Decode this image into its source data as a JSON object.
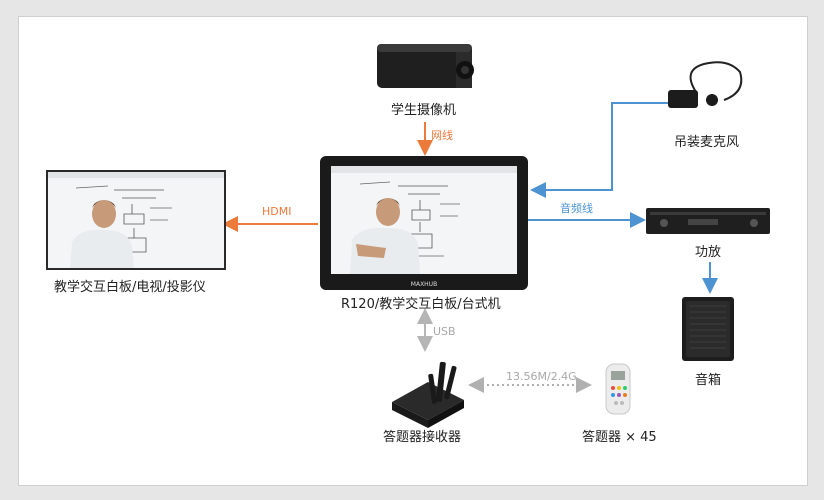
{
  "colors": {
    "orange": "#ec7a3a",
    "blue": "#4d93d2",
    "gray": "#b5b5b5",
    "dotted": "#b0b0b0"
  },
  "nodes": {
    "camera": "学生摄像机",
    "display": "教学交互白板/电视/投影仪",
    "main": "R120/教学交互白板/台式机",
    "microphone": "吊装麦克风",
    "amplifier": "功放",
    "speaker": "音箱",
    "receiver": "答题器接收器",
    "clicker": "答题器 × 45"
  },
  "links": {
    "network": "网线",
    "hdmi": "HDMI",
    "audio": "音频线",
    "usb": "USB",
    "wireless": "13.56M/2.4G"
  },
  "screen_brand": "MAXHUB"
}
